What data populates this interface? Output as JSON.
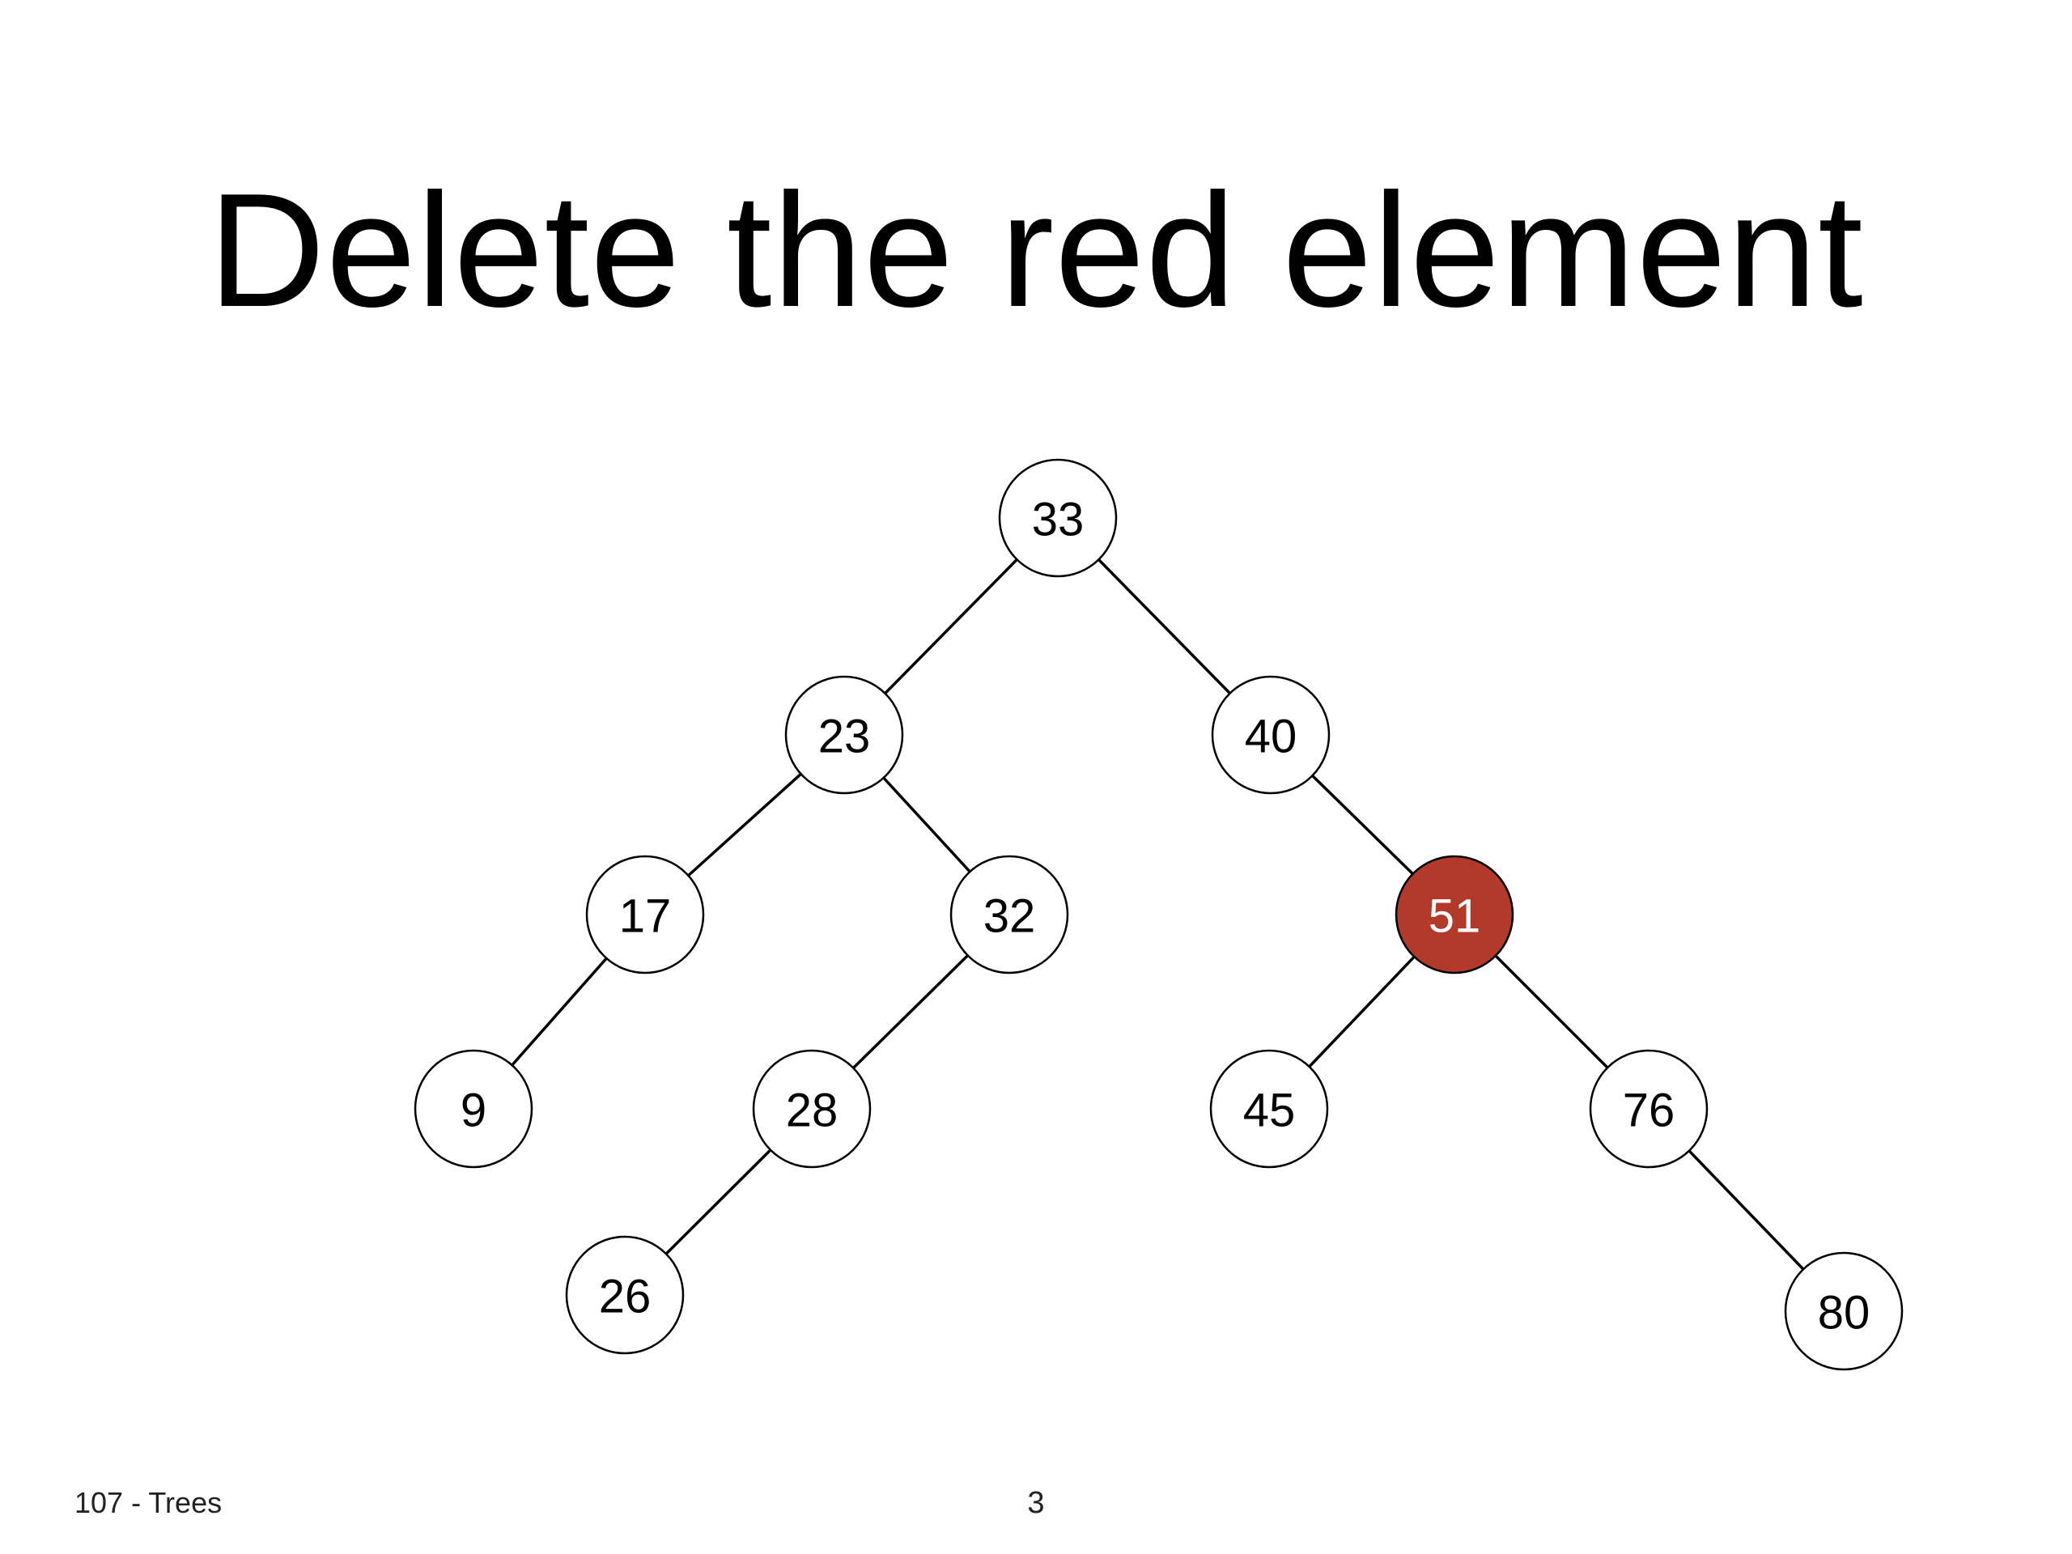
{
  "slide": {
    "title": "Delete the red element",
    "footer_left": "107 - Trees",
    "page_number": "3"
  },
  "colors": {
    "highlight_fill": "#b23a2a",
    "node_fill": "#ffffff",
    "stroke": "#000000",
    "text": "#000000",
    "highlight_text": "#ffffff"
  },
  "tree": {
    "nodes": [
      {
        "id": "n33",
        "label": "33"
      },
      {
        "id": "n23",
        "label": "23"
      },
      {
        "id": "n40",
        "label": "40"
      },
      {
        "id": "n17",
        "label": "17"
      },
      {
        "id": "n32",
        "label": "32"
      },
      {
        "id": "n51",
        "label": "51",
        "highlight": true
      },
      {
        "id": "n9",
        "label": "9"
      },
      {
        "id": "n28",
        "label": "28"
      },
      {
        "id": "n45",
        "label": "45"
      },
      {
        "id": "n76",
        "label": "76"
      },
      {
        "id": "n26",
        "label": "26"
      },
      {
        "id": "n80",
        "label": "80"
      }
    ],
    "edges": [
      [
        "n33",
        "n23"
      ],
      [
        "n33",
        "n40"
      ],
      [
        "n23",
        "n17"
      ],
      [
        "n23",
        "n32"
      ],
      [
        "n40",
        "n51"
      ],
      [
        "n17",
        "n9"
      ],
      [
        "n32",
        "n28"
      ],
      [
        "n28",
        "n26"
      ],
      [
        "n51",
        "n45"
      ],
      [
        "n51",
        "n76"
      ],
      [
        "n76",
        "n80"
      ]
    ]
  }
}
